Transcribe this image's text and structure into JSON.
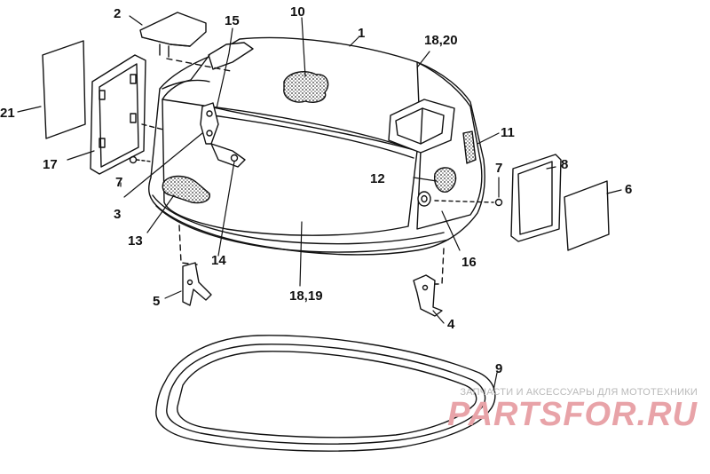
{
  "callouts": [
    {
      "id": "1",
      "label": "1"
    },
    {
      "id": "2",
      "label": "2"
    },
    {
      "id": "3",
      "label": "3"
    },
    {
      "id": "4",
      "label": "4"
    },
    {
      "id": "5",
      "label": "5"
    },
    {
      "id": "6",
      "label": "6"
    },
    {
      "id": "7a",
      "label": "7"
    },
    {
      "id": "7b",
      "label": "7"
    },
    {
      "id": "8",
      "label": "8"
    },
    {
      "id": "9",
      "label": "9"
    },
    {
      "id": "10",
      "label": "10"
    },
    {
      "id": "11",
      "label": "11"
    },
    {
      "id": "12",
      "label": "12"
    },
    {
      "id": "13",
      "label": "13"
    },
    {
      "id": "14",
      "label": "14"
    },
    {
      "id": "15",
      "label": "15"
    },
    {
      "id": "16",
      "label": "16"
    },
    {
      "id": "17",
      "label": "17"
    },
    {
      "id": "18_19",
      "label": "18,19"
    },
    {
      "id": "18_20",
      "label": "18,20"
    },
    {
      "id": "21",
      "label": "21"
    }
  ],
  "watermark": {
    "subtitle": "ЗАПЧАСТИ И АКСЕССУАРЫ ДЛЯ МОТОТЕХНИКИ",
    "logo": "PARTSFOR.RU",
    "logo_color": "#e8a3a8"
  },
  "colors": {
    "line": "#111111",
    "foam": "#555555",
    "background": "#ffffff"
  }
}
